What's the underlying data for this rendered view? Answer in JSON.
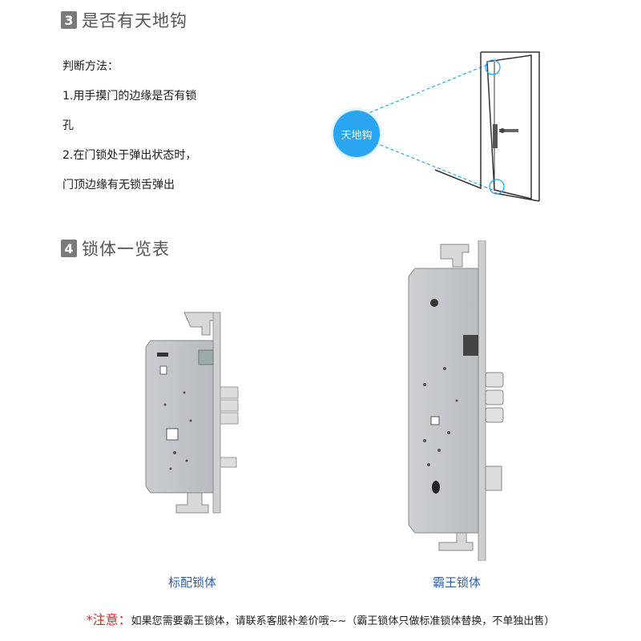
{
  "section3": {
    "number": "3",
    "title": "是否有天地钩"
  },
  "method": {
    "heading": "判断方法：",
    "line1": "1.用手摸门的边缘是否有锁",
    "line2": "孔",
    "line3": "2.在门锁处于弹出状态时，",
    "line4": "门顶边缘有无锁舌弹出"
  },
  "diagram": {
    "bubble_label": "天地钩",
    "accent": "#2aa6f0"
  },
  "section4": {
    "number": "4",
    "title": "锁体一览表"
  },
  "locks": [
    {
      "caption": "标配锁体"
    },
    {
      "caption": "霸王锁体"
    }
  ],
  "note": {
    "label": "*注意：",
    "text": "如果您需要霸王锁体，请联系客服补差价哦~~（霸王锁体只做标准锁体替换，不单独出售）"
  }
}
